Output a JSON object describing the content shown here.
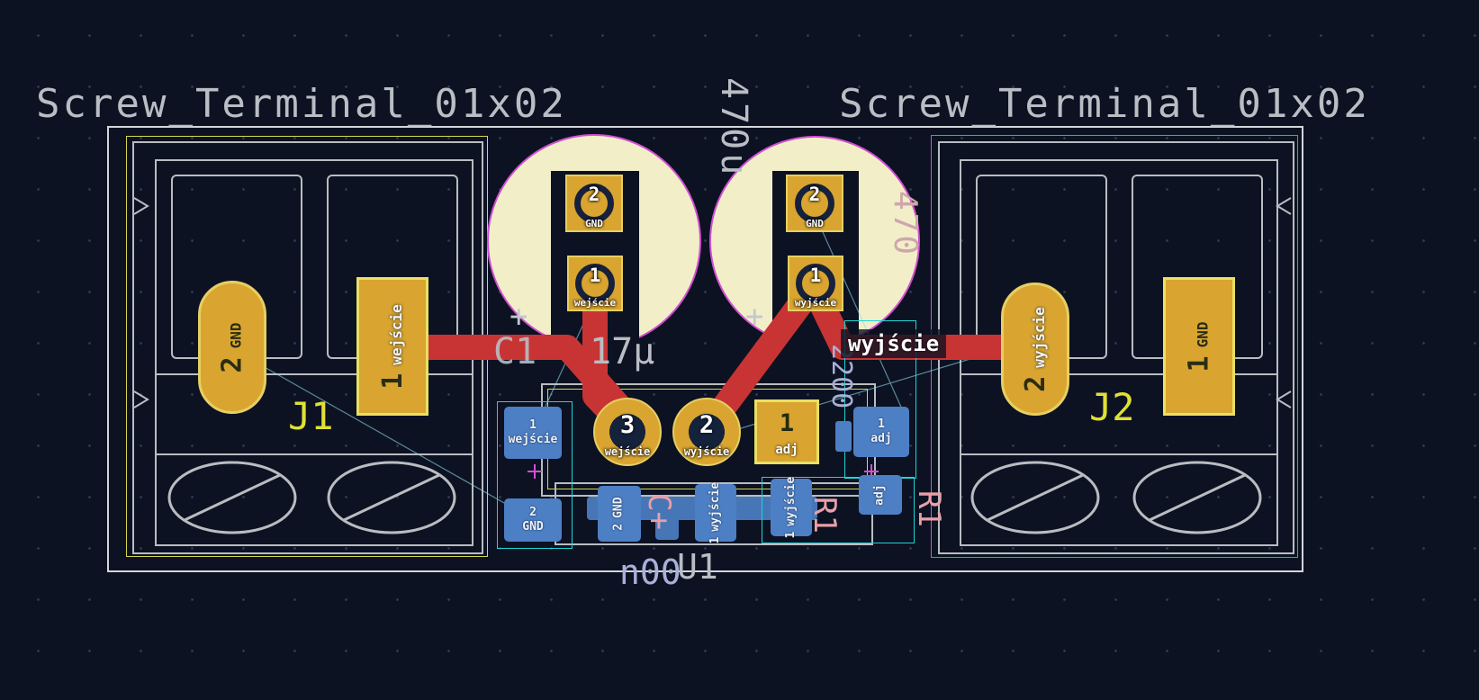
{
  "silkscreen": {
    "title_left": "Screw_Terminal_01x02",
    "title_right": "Screw_Terminal_01x02",
    "ref_j1": "J1",
    "ref_j2": "J2",
    "ref_u1": "U1",
    "val_470u": "470u",
    "val_470": "470",
    "val_2200": "2200",
    "val_17u": "17μ",
    "val_c1": "C1",
    "val_n00": "n00",
    "val_r1_a": "R1",
    "val_r1_b": "R1",
    "val_cplus": "C+",
    "plus_left": "+",
    "plus_right": "+"
  },
  "net_labels": {
    "wyjscie": "wyjście"
  },
  "pads": {
    "j1": {
      "p1": {
        "num": "1",
        "net": "wejście"
      },
      "p2": {
        "num": "2",
        "net": "GND"
      }
    },
    "j2": {
      "p1": {
        "num": "1",
        "net": "GND"
      },
      "p2": {
        "num": "2",
        "net": "wyjście"
      }
    },
    "c1": {
      "p1": {
        "num": "1",
        "net": "wejście"
      },
      "p2": {
        "num": "2",
        "net": "GND"
      }
    },
    "c2": {
      "p1": {
        "num": "1",
        "net": "wyjście"
      },
      "p2": {
        "num": "2",
        "net": "GND"
      }
    },
    "u1": {
      "p1": {
        "num": "1",
        "net": "adj"
      },
      "p2": {
        "num": "2",
        "net": "wyjście"
      },
      "p3": {
        "num": "3",
        "net": "wejście"
      }
    },
    "back": {
      "in": {
        "num": "1",
        "net": "wejście"
      },
      "gnd_a": {
        "num": "2",
        "net": "GND"
      },
      "gnd_b": {
        "num": "2",
        "net": "GND"
      },
      "out_a": {
        "num": "1",
        "net": "wyjście"
      },
      "out_b": {
        "num": "1",
        "net": "wyjście"
      },
      "adj_a": {
        "num": "1",
        "net": "adj"
      },
      "adj_b": {
        "net": "adj"
      }
    }
  },
  "colors": {
    "background": "#0c1222",
    "front_copper": "#c83434",
    "back_copper": "#4d7fc4",
    "pad_gold": "#d9a530",
    "silkscreen": "#b9bec4",
    "courtyard_magenta": "#d24fd2",
    "fab_yellow": "#d6d64e",
    "aux_cyan": "#1fd4d4",
    "reference_yellow": "#e0e034",
    "cap_fill": "#f2efc8"
  }
}
